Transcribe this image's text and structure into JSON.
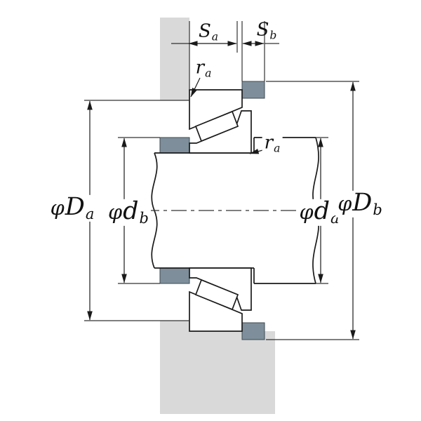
{
  "diagram": {
    "type": "tapered-roller-bearing-mounting-dimensions",
    "labels": {
      "sa": {
        "symbol": "S",
        "sub": "a"
      },
      "sb": {
        "symbol": "S",
        "sub": "b"
      },
      "ra_top": {
        "symbol": "r",
        "sub": "a"
      },
      "ra_side": {
        "symbol": "r",
        "sub": "a"
      },
      "Da": {
        "prefix": "φ",
        "symbol": "D",
        "sub": "a"
      },
      "db": {
        "prefix": "φ",
        "symbol": "d",
        "sub": "b"
      },
      "da": {
        "prefix": "φ",
        "symbol": "d",
        "sub": "a"
      },
      "Db": {
        "prefix": "φ",
        "symbol": "D",
        "sub": "b"
      }
    },
    "colors": {
      "housing": "#d9d9d9",
      "abutment_ring": "#7e8f9b",
      "line": "#1a1a1a",
      "background": "#ffffff"
    }
  }
}
